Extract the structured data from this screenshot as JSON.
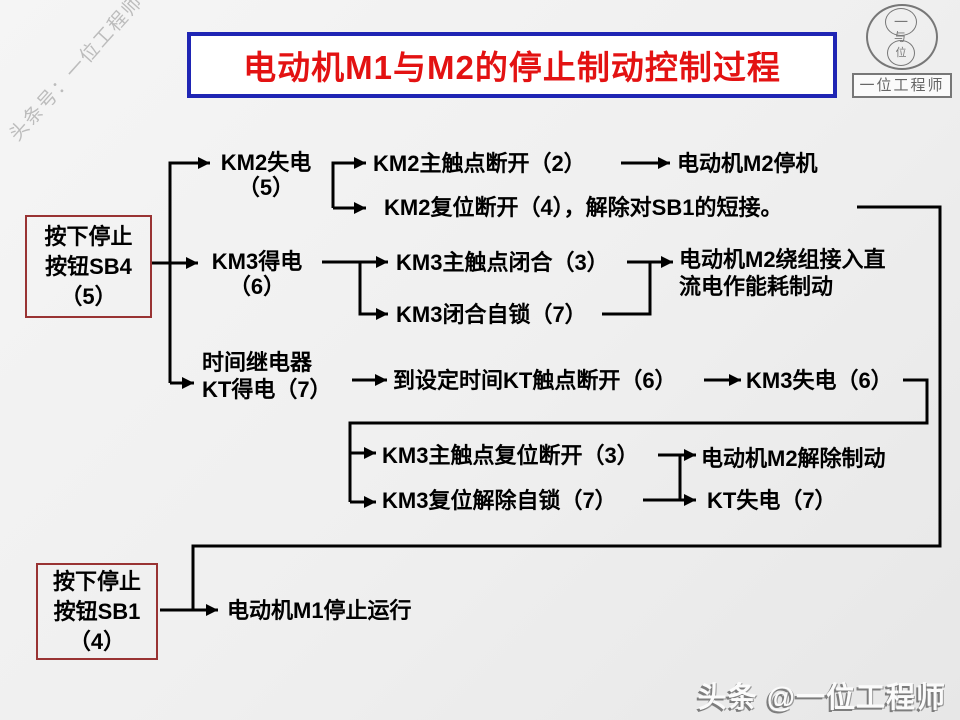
{
  "title": "电动机M1与M2的停止制动控制过程",
  "watermark": "头条号：一位工程师",
  "footer": "头条 @一位工程师",
  "logo": {
    "top_char": "一",
    "mid_char": "与",
    "bottom_char": "位",
    "label": "一位工程师"
  },
  "boxes": {
    "sb4": [
      "按下停止",
      "按钮SB4",
      "（5）"
    ],
    "sb1": [
      "按下停止",
      "按钮SB1",
      "（4）"
    ]
  },
  "nodes": {
    "km2_loss": [
      "KM2失电",
      "（5）"
    ],
    "km2_main_open": "KM2主触点断开（2）",
    "m2_stop": "电动机M2停机",
    "km2_reset": "KM2复位断开（4），解除对SB1的短接。",
    "km3_energized": [
      "KM3得电",
      "（6）"
    ],
    "km3_main_close": "KM3主触点闭合（3）",
    "m2_dc_brake": [
      "电动机M2绕组接入直",
      "流电作能耗制动"
    ],
    "km3_selflock": "KM3闭合自锁（7）",
    "kt_energized": [
      "时间继电器",
      "KT得电（7）"
    ],
    "kt_timeout": "到设定时间KT触点断开（6）",
    "km3_loss": "KM3失电（6）",
    "km3_main_reset": "KM3主触点复位断开（3）",
    "m2_release": "电动机M2解除制动",
    "km3_unlock": "KM3复位解除自锁（7）",
    "kt_loss": "KT失电（7）",
    "m1_stop": "电动机M1停止运行"
  },
  "colors": {
    "line": "#000000",
    "title_text": "#e31212",
    "title_border": "#1f25b4",
    "stopbox_border": "#993333"
  }
}
